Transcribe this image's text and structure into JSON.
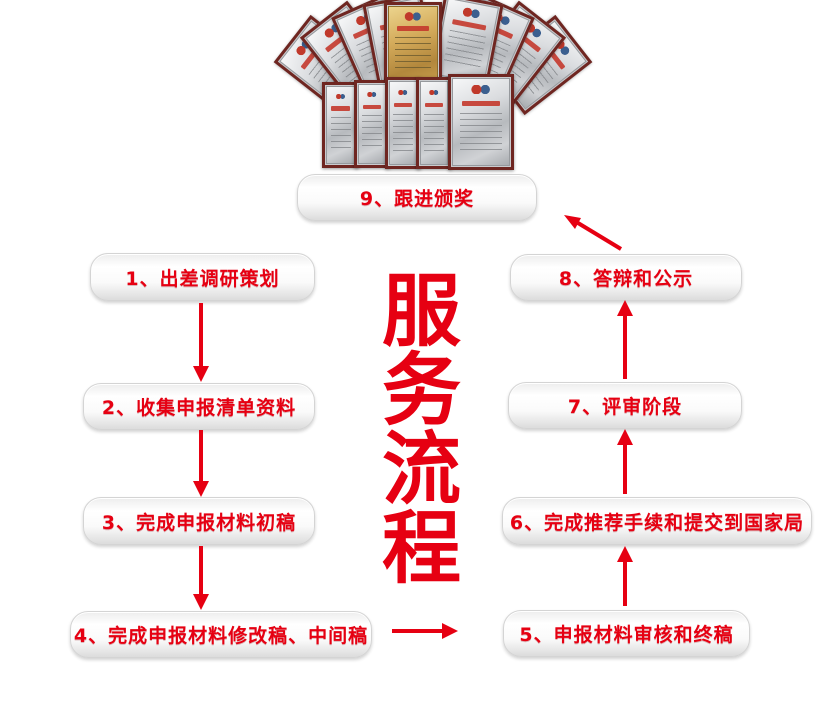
{
  "page": {
    "background": "#ffffff"
  },
  "colors": {
    "accent_red": "#e60012",
    "box_background_top": "#ededed",
    "box_background_bottom": "#dcdcdc",
    "box_border": "#d4d4d4",
    "certificate_frame_brown": "#6f2621",
    "certificate_gold": "#d4ab5b",
    "certificate_silver": "#c9cbce"
  },
  "center_title": {
    "text": "服务流程"
  },
  "steps": [
    {
      "number": "1",
      "label": "1、出差调研策划"
    },
    {
      "number": "2",
      "label": "2、收集申报清单资料"
    },
    {
      "number": "3",
      "label": "3、完成申报材料初稿"
    },
    {
      "number": "4",
      "label": "4、完成申报材料修改稿、中间稿"
    },
    {
      "number": "5",
      "label": "5、申报材料审核和终稿"
    },
    {
      "number": "6",
      "label": "6、完成推荐手续和提交到国家局"
    },
    {
      "number": "7",
      "label": "7、评审阶段"
    },
    {
      "number": "8",
      "label": "8、答辩和公示"
    },
    {
      "number": "9",
      "label": "9、跟进颁奖"
    }
  ],
  "flow": [
    "1→2",
    "2→3",
    "3→4",
    "4→5",
    "5→6",
    "6→7",
    "7→8",
    "8→9"
  ],
  "certificates": {
    "description": "fanned display of framed patent award certificates",
    "back_row_count": 9,
    "front_row_count": 5,
    "center_certificate": "gold"
  }
}
